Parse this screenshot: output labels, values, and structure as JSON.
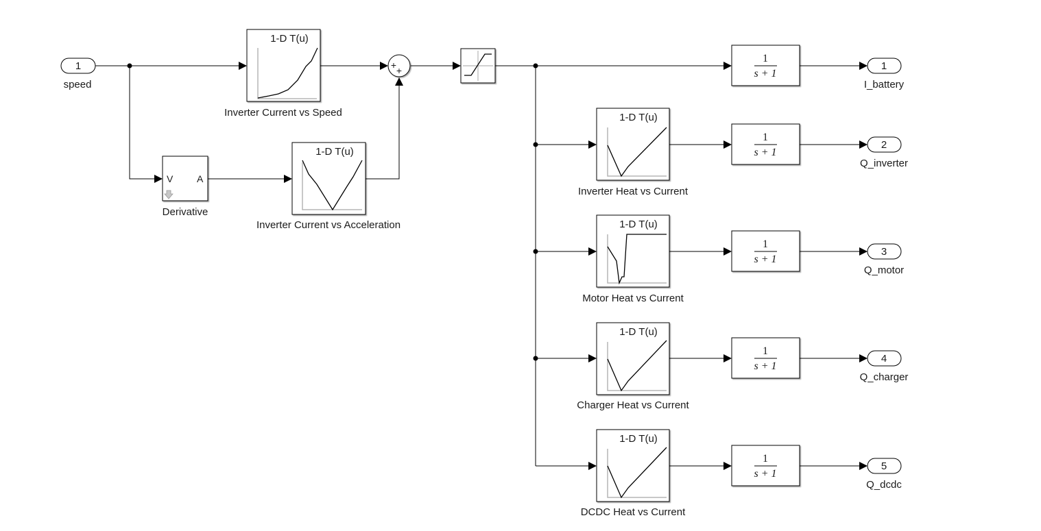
{
  "inports": [
    {
      "number": "1",
      "label": "speed"
    }
  ],
  "outports": [
    {
      "number": "1",
      "label": "I_battery"
    },
    {
      "number": "2",
      "label": "Q_inverter"
    },
    {
      "number": "3",
      "label": "Q_motor"
    },
    {
      "number": "4",
      "label": "Q_charger"
    },
    {
      "number": "5",
      "label": "Q_dcdc"
    }
  ],
  "lookup_tables": [
    {
      "title": "1-D T(u)",
      "label": "Inverter Current vs Speed"
    },
    {
      "title": "1-D T(u)",
      "label": "Inverter Current vs Acceleration"
    },
    {
      "title": "1-D T(u)",
      "label": "Inverter Heat vs Current"
    },
    {
      "title": "1-D T(u)",
      "label": "Motor Heat vs Current"
    },
    {
      "title": "1-D T(u)",
      "label": "Charger Heat vs Current"
    },
    {
      "title": "1-D T(u)",
      "label": "DCDC Heat vs Current"
    }
  ],
  "derivative": {
    "label": "Derivative",
    "in_port": "V",
    "out_port": "A"
  },
  "sum": {
    "signs": [
      "+",
      "+"
    ]
  },
  "transfer_fcn": {
    "numerator": "1",
    "denominator": "s + 1"
  },
  "icons": {
    "lookup": "lookup-curve-icon",
    "saturation": "saturation-icon",
    "sum": "sum-icon",
    "derivative_arrow": "down-arrow-icon"
  }
}
